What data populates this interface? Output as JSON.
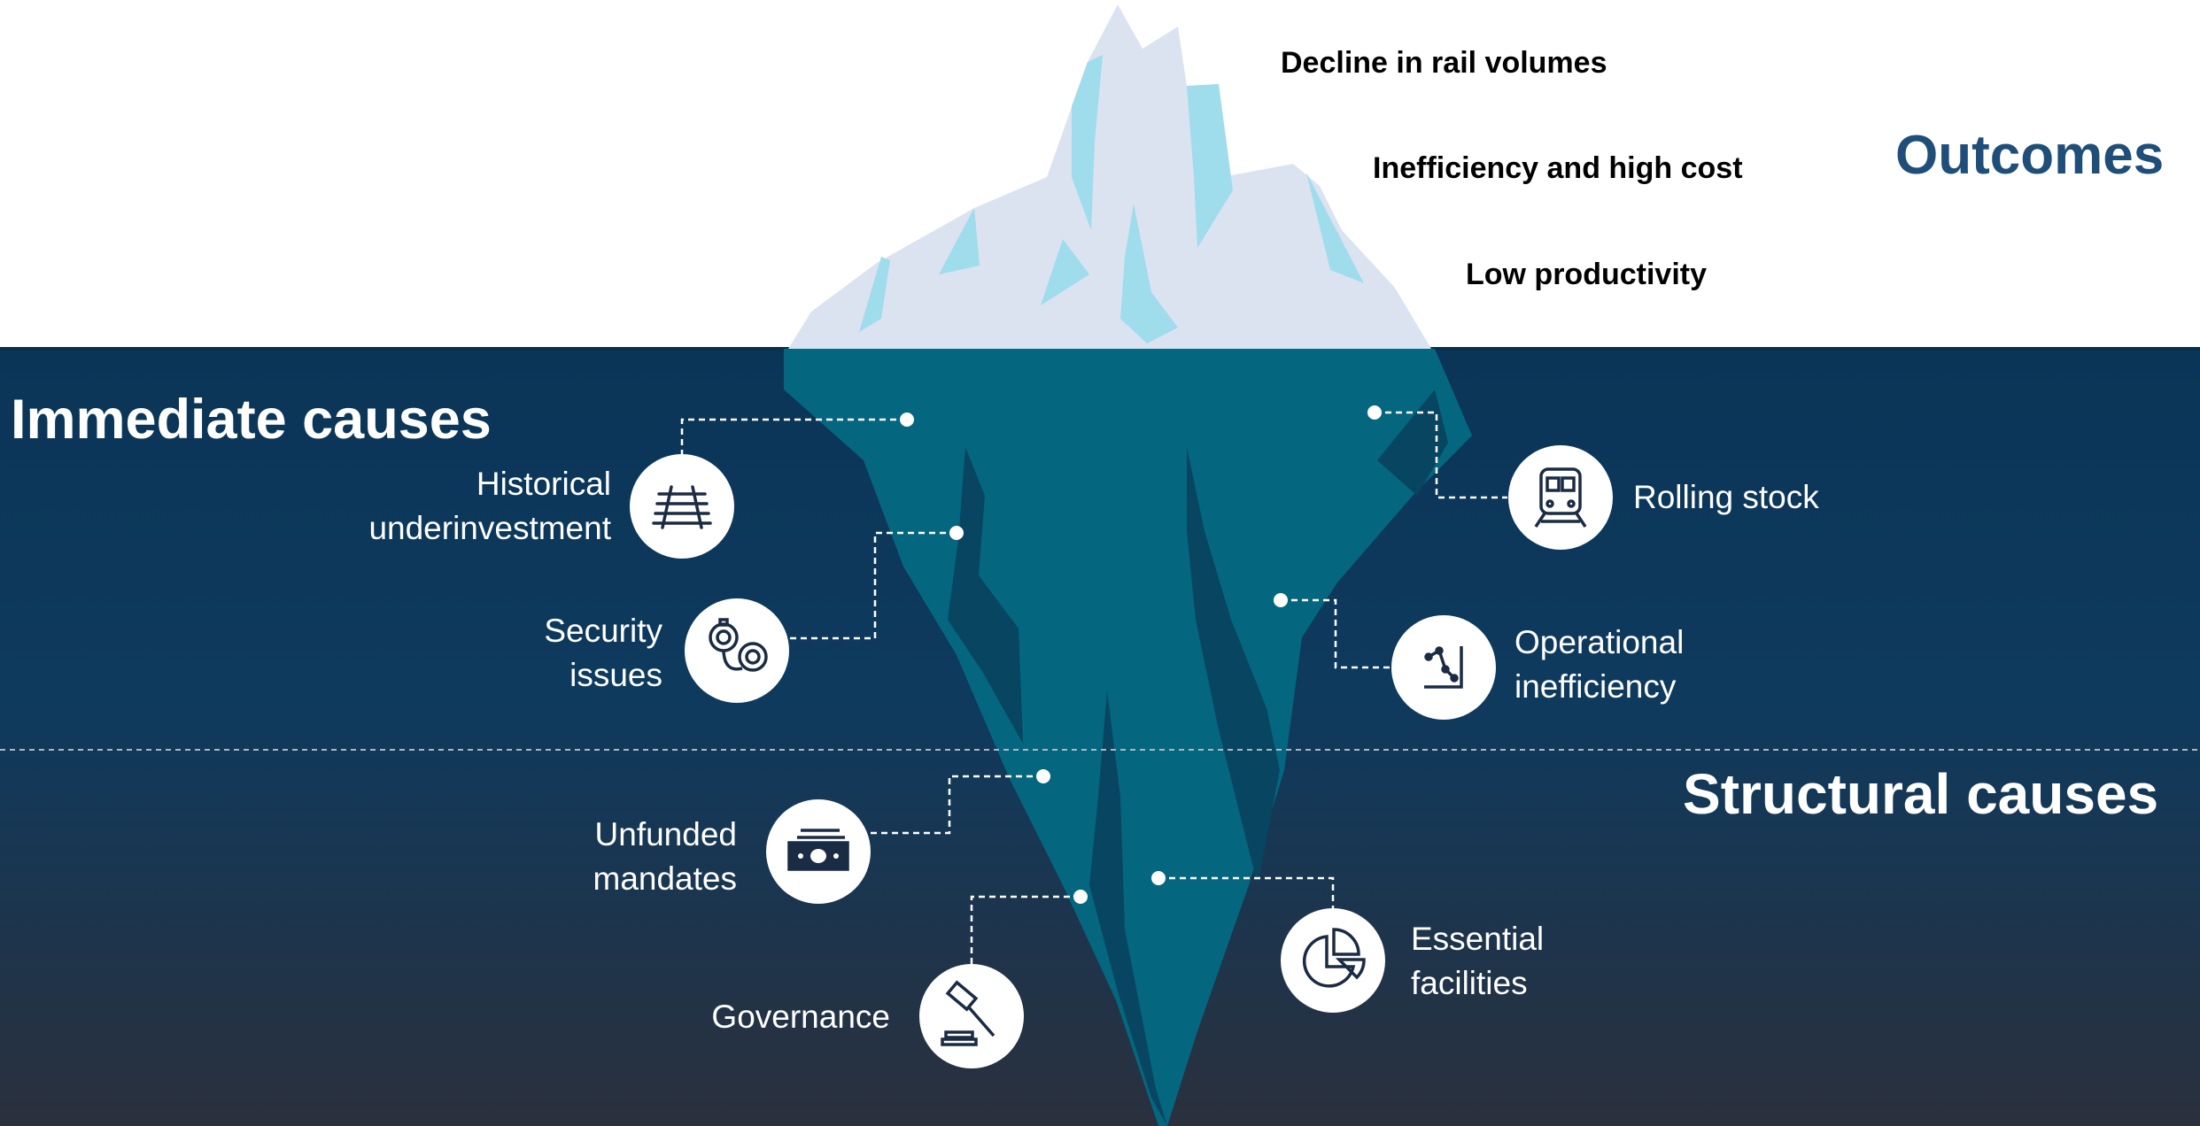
{
  "colors": {
    "outcomes_title": "#1f4e79",
    "water_top": "#0e3a5e",
    "water_bottom": "#2b3340",
    "ice_above": "#dbe3f1",
    "ice_highlight": "#9fdcec",
    "ice_below": "#05667f",
    "ice_below_shadow": "#084561",
    "connector": "#ffffff"
  },
  "outcomes": {
    "title": "Outcomes",
    "items": [
      "Decline in rail volumes",
      "Inefficiency and high cost",
      "Low productivity"
    ]
  },
  "immediate": {
    "title": "Immediate causes",
    "items": [
      {
        "line1": "Historical",
        "line2": "underinvestment",
        "icon": "rail-track-icon"
      },
      {
        "line1": "Security",
        "line2": "issues",
        "icon": "handcuffs-icon"
      },
      {
        "line1": "Rolling stock",
        "line2": "",
        "icon": "train-icon"
      },
      {
        "line1": "Operational",
        "line2": "inefficiency",
        "icon": "line-chart-icon"
      }
    ]
  },
  "structural": {
    "title": "Structural causes",
    "items": [
      {
        "line1": "Unfunded",
        "line2": "mandates",
        "icon": "banknotes-icon"
      },
      {
        "line1": "Governance",
        "line2": "",
        "icon": "gavel-icon"
      },
      {
        "line1": "Essential",
        "line2": "facilities",
        "icon": "pie-chart-icon"
      }
    ]
  }
}
